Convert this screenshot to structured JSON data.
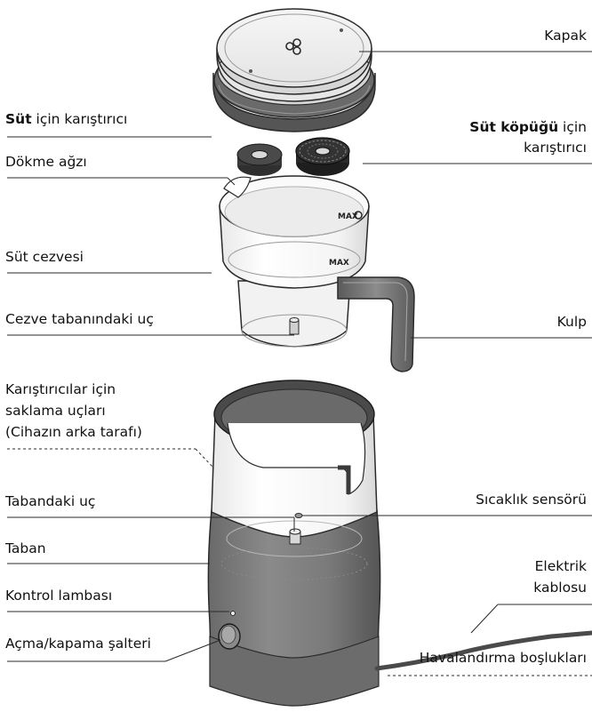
{
  "labels": {
    "left": {
      "milk_whisk_bold": "Süt",
      "milk_whisk_rest": " için karıştırıcı",
      "spout": "Dökme ağzı",
      "jug": "Süt cezvesi",
      "jug_pin": "Cezve tabanındaki uç",
      "storage_line1": "Karıştırıcılar için",
      "storage_line2": "saklama uçları",
      "storage_line3": "(Cihazın arka tarafı)",
      "base_pin": "Tabandaki uç",
      "base": "Taban",
      "lamp": "Kontrol lambası",
      "switch": "Açma/kapama şalteri"
    },
    "right": {
      "lid": "Kapak",
      "froth_whisk_bold": "Süt köpüğü",
      "froth_whisk_rest": " için",
      "froth_whisk_line2": "karıştırıcı",
      "handle": "Kulp",
      "sensor": "Sıcaklık sensörü",
      "cable_line1": "Elektrik",
      "cable_line2": "kablosu",
      "vents": "Havalandırma boşlukları"
    }
  },
  "jug_markings": {
    "max": "MAX"
  },
  "colors": {
    "text": "#111111",
    "outline": "#2a2a2a",
    "base_body": "#7d7d7d",
    "base_dark": "#5e5e5e",
    "handle": "#6e6e6e",
    "white_part": "#ffffff",
    "clear_part": "#f3f3f3"
  }
}
